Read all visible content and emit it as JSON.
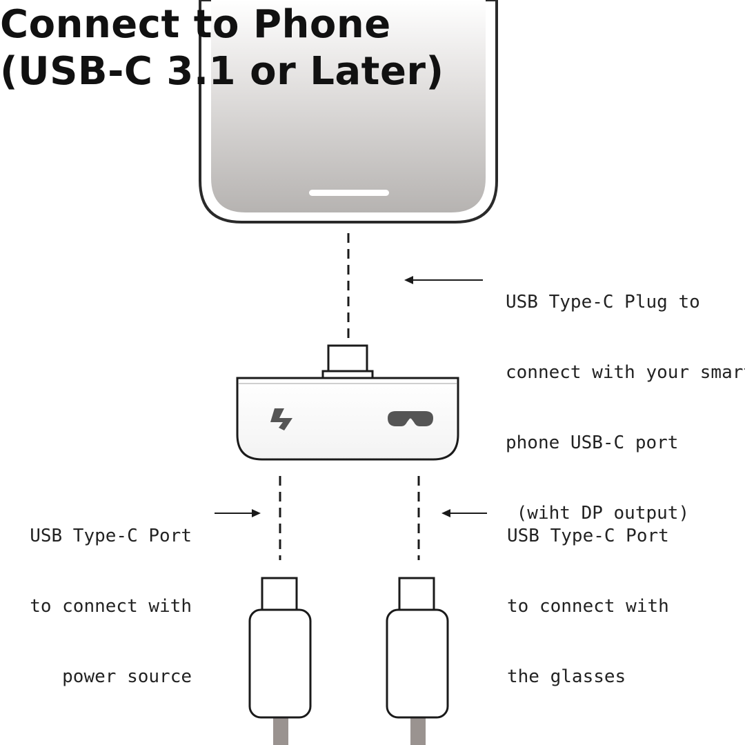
{
  "title": {
    "line1": "Connect to Phone",
    "line2": "(USB-C 3.1 or Later)"
  },
  "callouts": {
    "plug": {
      "lines": [
        "USB Type-C Plug to",
        "connect with your smart",
        "phone USB-C port",
        " (wiht DP output)"
      ]
    },
    "power_port": {
      "lines": [
        "USB Type-C Port",
        "to connect with",
        "power source"
      ]
    },
    "glasses_port": {
      "lines": [
        "USB Type-C Port",
        "to connect with",
        "the glasses"
      ]
    }
  },
  "icons": {
    "power_port_icon": "lightning-bolt-icon",
    "glasses_port_icon": "vr-glasses-icon"
  },
  "colors": {
    "outline": "#1a1a1a",
    "phone_gradient_top": "#ffffff",
    "phone_gradient_bottom": "#b9b6b4",
    "cable": "#9a9390",
    "icon": "#555555"
  }
}
